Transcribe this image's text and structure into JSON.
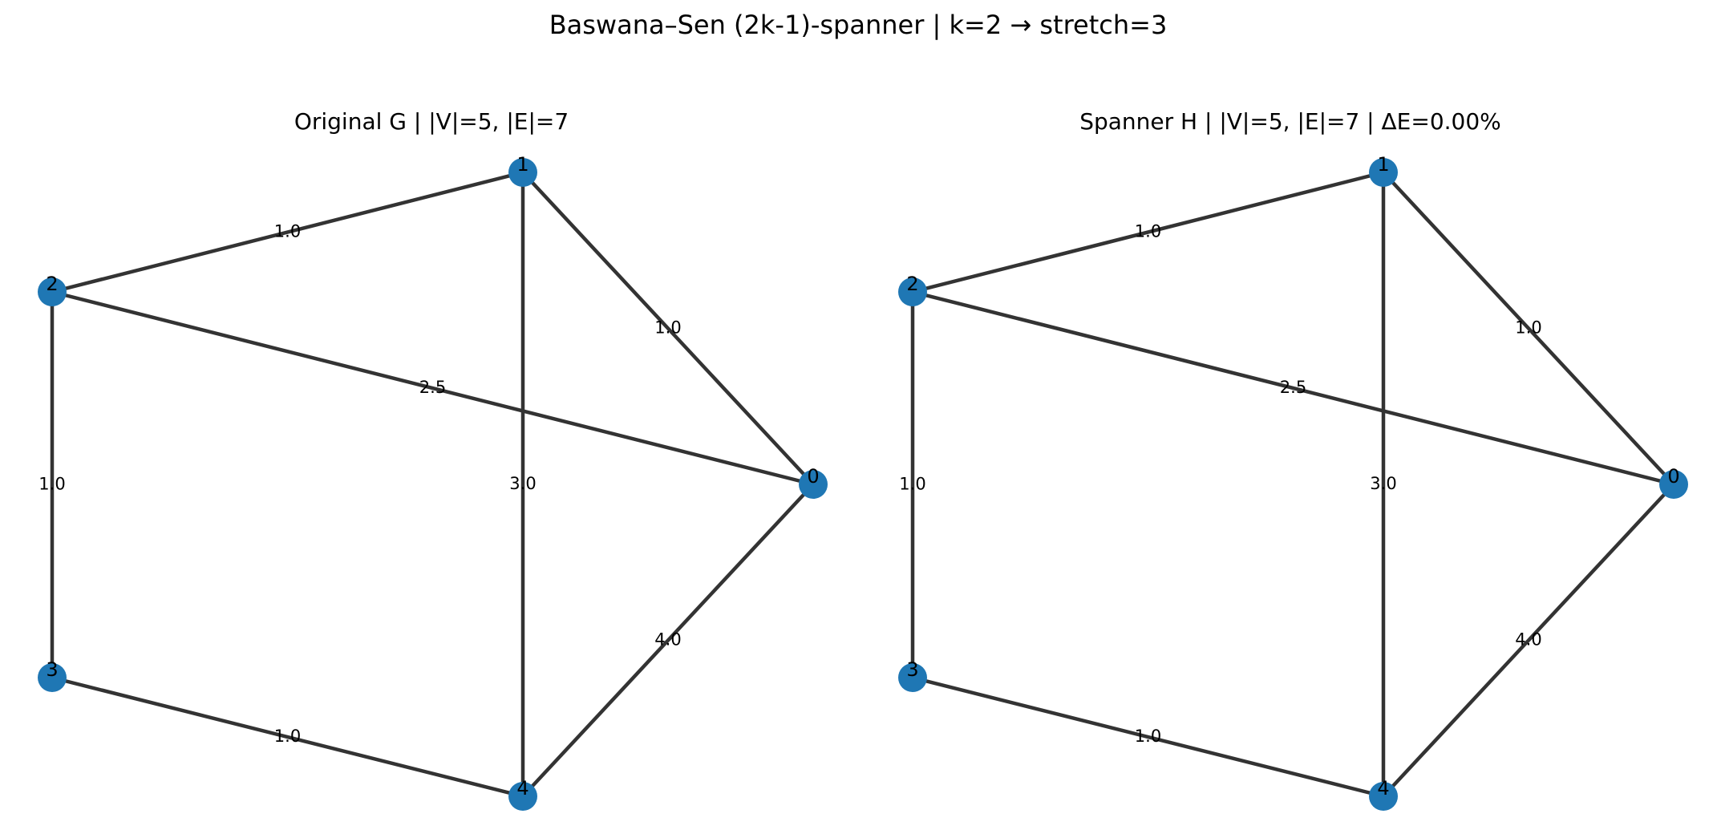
{
  "title": "Baswana–Sen (2k-1)-spanner  |  k=2  →  stretch=3",
  "style": {
    "node_color": "#1f77b4",
    "edge_color": "#333333",
    "background": "#ffffff"
  },
  "panels": [
    {
      "id": "original",
      "title": "Original G  |  |V|=5, |E|=7",
      "nodes": [
        "0",
        "1",
        "2",
        "3",
        "4"
      ],
      "edges": [
        {
          "u": "0",
          "v": "1",
          "weight": "1.0"
        },
        {
          "u": "0",
          "v": "2",
          "weight": "2.5"
        },
        {
          "u": "0",
          "v": "4",
          "weight": "4.0"
        },
        {
          "u": "1",
          "v": "2",
          "weight": "1.0"
        },
        {
          "u": "1",
          "v": "4",
          "weight": "3.0"
        },
        {
          "u": "2",
          "v": "3",
          "weight": "1.0"
        },
        {
          "u": "3",
          "v": "4",
          "weight": "1.0"
        }
      ]
    },
    {
      "id": "spanner",
      "title": "Spanner H  |  |V|=5, |E|=7  |  ΔE=0.00%",
      "nodes": [
        "0",
        "1",
        "2",
        "3",
        "4"
      ],
      "edges": [
        {
          "u": "0",
          "v": "1",
          "weight": "1.0"
        },
        {
          "u": "0",
          "v": "2",
          "weight": "2.5"
        },
        {
          "u": "0",
          "v": "4",
          "weight": "4.0"
        },
        {
          "u": "1",
          "v": "2",
          "weight": "1.0"
        },
        {
          "u": "1",
          "v": "4",
          "weight": "3.0"
        },
        {
          "u": "2",
          "v": "3",
          "weight": "1.0"
        },
        {
          "u": "3",
          "v": "4",
          "weight": "1.0"
        }
      ]
    }
  ]
}
